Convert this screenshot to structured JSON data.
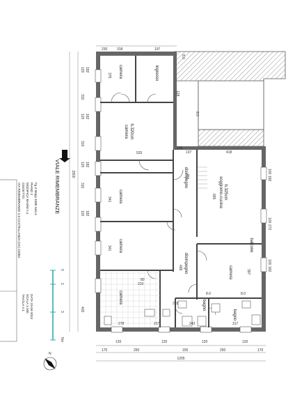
{
  "street": "VIALE RIMEMBRANZE",
  "rooms": {
    "camera_top": "camera",
    "ingresso": "ingresso",
    "camera_h": "camera",
    "camera_h_sub": "h.320cm",
    "camera_mid1": "camera",
    "camera_mid2": "camera",
    "camera_bottom": "camera",
    "disimpegno_1": "disimpegno",
    "disimpegno_2": "disimpegno",
    "soggiorno": "soggiorno-cucina",
    "soggiorno_sub": "h.325cm",
    "balcone": "balcone",
    "camera_right": "camera",
    "bagno_1": "bagno",
    "bagno_2": "bagno"
  },
  "title_block": {
    "oggetto_label": "OGGETTO:",
    "oggetto": "MODIFICA BAGNI n.1",
    "address": "VIA RIMEMBRANZE n.5 CASTELLANZA (VA) 21053",
    "piano": "PIANO 2",
    "catasto": "Fg.4 Mapp.1085 Sub.4",
    "tavola": "TAVOLA  n.1",
    "scala": "SCALA   1:100",
    "data": "DATA    23-04-2024"
  },
  "scale_bar": {
    "labels": [
      "0",
      "1",
      "3",
      "5m"
    ]
  },
  "dimensions": {
    "top": [
      "230",
      "318",
      "197",
      "8.0"
    ],
    "left": [
      "120",
      "182",
      "310",
      "120",
      "162",
      "310",
      "120",
      "182",
      "310",
      "120",
      "182",
      "400"
    ],
    "total_left": "2900",
    "bottom_rooms": [
      "278",
      "217",
      "243",
      "317"
    ],
    "bottom_row1": [
      "170",
      "120",
      "250",
      "120",
      "155",
      "120",
      "250",
      "120",
      "170"
    ],
    "total_bottom": "1205",
    "inner": [
      "375",
      "128",
      "525",
      "137",
      "418",
      "655",
      "341",
      "341",
      "499",
      "250",
      "397",
      "235",
      "218",
      "80",
      "210",
      "100",
      "182",
      "100",
      "272",
      "100",
      "182",
      "8.0"
    ],
    "side_markers": [
      "8.0",
      "8.0"
    ]
  },
  "colors": {
    "wall": "#555555",
    "thin": "#333333",
    "hatch": "#777777",
    "accent": "#333333"
  },
  "icons": [
    "north-arrow-icon",
    "street-arrow-icon"
  ]
}
